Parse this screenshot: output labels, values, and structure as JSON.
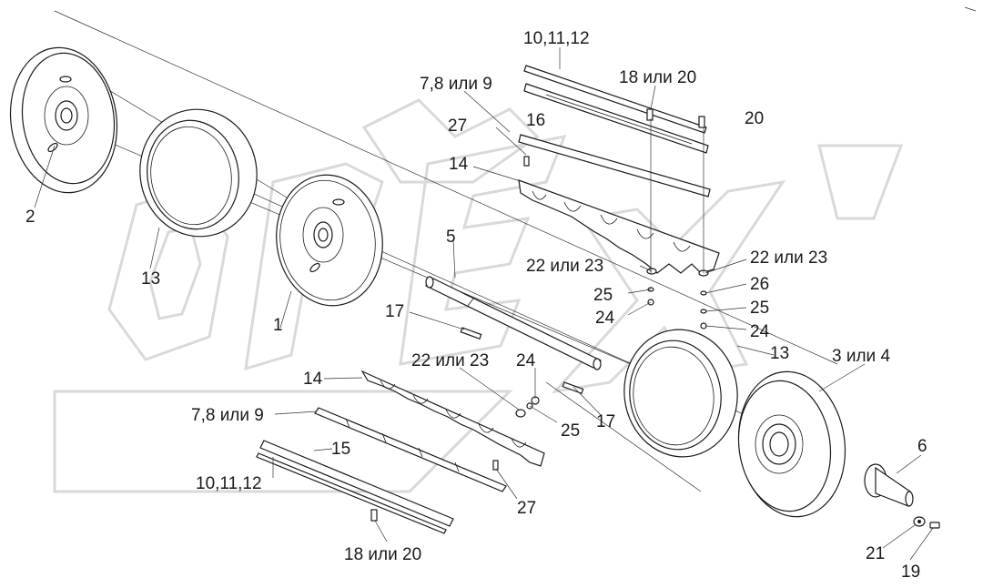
{
  "labels": {
    "l_10_11_12_top": "10,11,12",
    "l_18_20_top": "18 или 20",
    "l_7_8_9_top": "7,8 или 9",
    "l_16": "16",
    "l_20": "20",
    "l_27_top": "27",
    "l_14_top": "14",
    "l_2": "2",
    "l_13_left": "13",
    "l_1": "1",
    "l_5": "5",
    "l_22_23_mid": "22 или 23",
    "l_22_23_right": "22 или 23",
    "l_25_mid": "25",
    "l_24_mid": "24",
    "l_26": "26",
    "l_25_right": "25",
    "l_24_right": "24",
    "l_13_right": "13",
    "l_3_4": "3 или 4",
    "l_17_left": "17",
    "l_22_23_low": "22 или 23",
    "l_24_low": "24",
    "l_14_low": "14",
    "l_7_8_9_low": "7,8 или 9",
    "l_17_low": "17",
    "l_25_low": "25",
    "l_15": "15",
    "l_10_11_12_low": "10,11,12",
    "l_27_low": "27",
    "l_6": "6",
    "l_18_20_low": "18 или 20",
    "l_21": "21",
    "l_19": "19"
  },
  "watermark": "OPEX"
}
